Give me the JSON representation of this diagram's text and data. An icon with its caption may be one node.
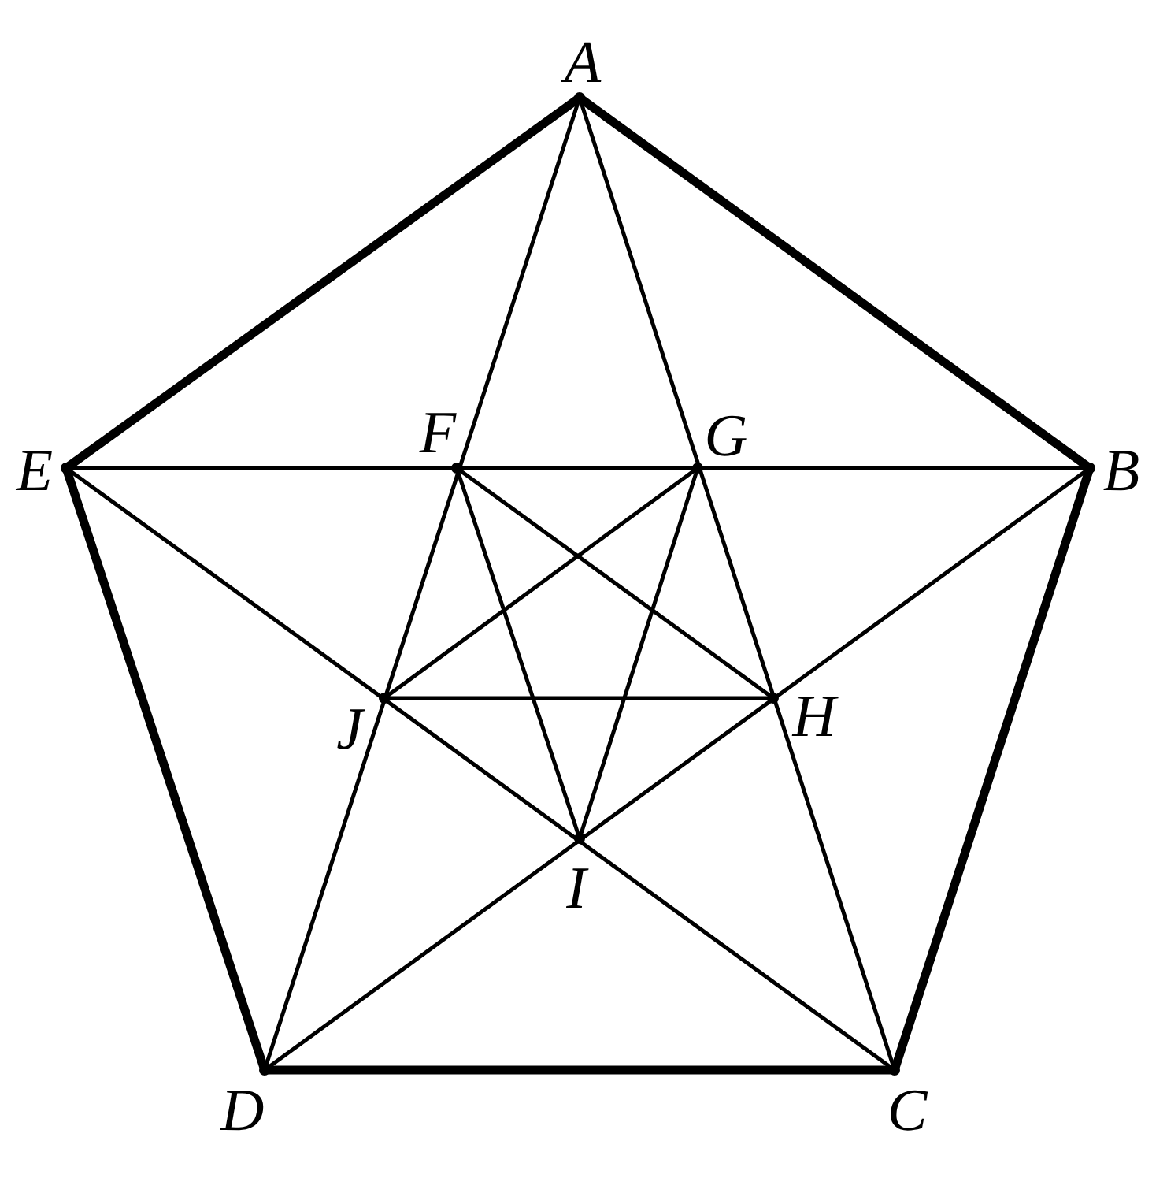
{
  "diagram": {
    "nodes": [
      {
        "text": [
          "A"
        ]
      },
      {
        "text": [
          "E"
        ]
      },
      {
        "text": [
          "F"
        ]
      },
      {
        "text": [
          "G"
        ]
      },
      {
        "text": [
          "B"
        ]
      },
      {
        "text": [
          "J"
        ]
      },
      {
        "text": [
          "H"
        ]
      },
      {
        "text": [
          "I"
        ]
      },
      {
        "text": [
          "D"
        ]
      },
      {
        "text": [
          "C"
        ]
      }
    ],
    "edges": [
      {
        "from": 0,
        "to": 4,
        "arrow": "none",
        "style": "thick"
      },
      {
        "from": 4,
        "to": 9,
        "arrow": "none",
        "style": "thick"
      },
      {
        "from": 9,
        "to": 8,
        "arrow": "none",
        "style": "thick"
      },
      {
        "from": 8,
        "to": 1,
        "arrow": "none",
        "style": "thick"
      },
      {
        "from": 1,
        "to": 0,
        "arrow": "none",
        "style": "thick"
      },
      {
        "from": 0,
        "to": 9,
        "arrow": "none"
      },
      {
        "from": 0,
        "to": 8,
        "arrow": "none"
      },
      {
        "from": 1,
        "to": 4,
        "arrow": "none"
      },
      {
        "from": 1,
        "to": 9,
        "arrow": "none"
      },
      {
        "from": 4,
        "to": 8,
        "arrow": "none"
      },
      {
        "from": 2,
        "to": 6,
        "arrow": "none"
      },
      {
        "from": 2,
        "to": 7,
        "arrow": "none"
      },
      {
        "from": 3,
        "to": 5,
        "arrow": "none"
      },
      {
        "from": 3,
        "to": 7,
        "arrow": "none"
      },
      {
        "from": 5,
        "to": 6,
        "arrow": "none"
      }
    ]
  }
}
